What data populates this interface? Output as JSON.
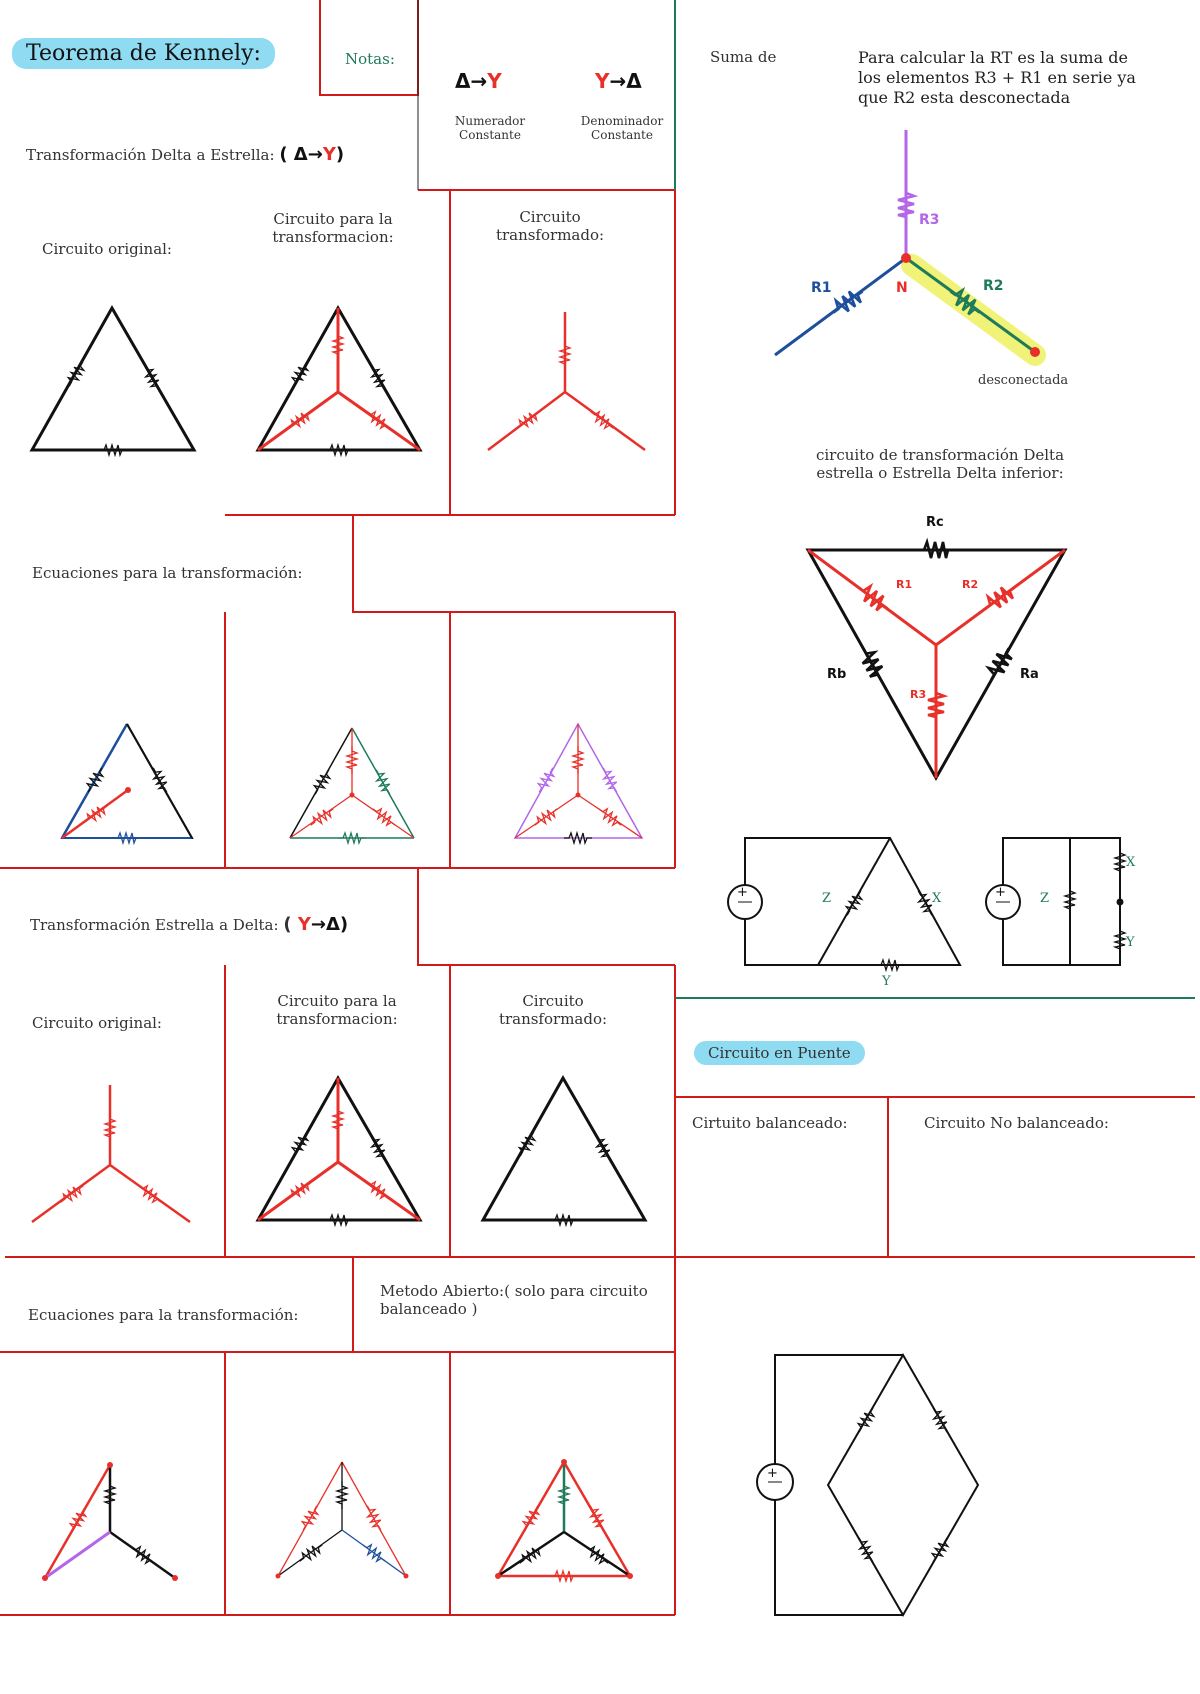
{
  "title": "Teorema de Kennely:",
  "notes": {
    "label": "Notas:",
    "delta_to_star": "Δ→Y",
    "star_to_delta": "Y→Δ",
    "numerator": [
      "Numerador",
      "Constante"
    ],
    "denominator": [
      "Denominador",
      "Constante"
    ]
  },
  "section1": {
    "heading": "Transformación Delta a Estrella:",
    "heading_symbol": "( Δ→Y)",
    "col1": "Circuito original:",
    "col2": [
      "Circuito para la",
      "transformacion:"
    ],
    "col3": [
      "Circuito",
      "transformado:"
    ],
    "equations": "Ecuaciones para la transformación:"
  },
  "section2": {
    "heading": "Transformación Estrella a Delta:",
    "heading_symbol": "( Y→Δ)",
    "col1": "Circuito original:",
    "col2": [
      "Circuito para la",
      "transformacion:"
    ],
    "col3": [
      "Circuito",
      "transformado:"
    ],
    "equations": "Ecuaciones para la transformación:",
    "open_method": [
      "Metodo Abierto:( solo para circuito",
      "balanceado )"
    ]
  },
  "right": {
    "suma_de": "Suma de",
    "rt_note": [
      "Para calcular la RT es la suma de",
      "los elementos R3 + R1 en serie ya",
      "que R2 esta desconectada"
    ],
    "star_labels": {
      "r1": "R1",
      "r2": "R2",
      "r3": "R3",
      "node": "N",
      "disconnected": "desconectada"
    },
    "inferior_caption": [
      "circuito de transformación Delta",
      "estrella o Estrella Delta inferior:"
    ],
    "delta_labels": {
      "ra": "Ra",
      "rb": "Rb",
      "rc": "Rc",
      "r1": "R1",
      "r2": "R2",
      "r3": "R3"
    },
    "circuit_labels": {
      "z": "Z",
      "x": "X",
      "y": "Y"
    },
    "bridge_title": "Circuito en Puente",
    "balanced": "Cirtuito balanceado:",
    "unbalanced": "Circuito No balanceado:"
  },
  "colors": {
    "red": "#e8302a",
    "green": "#1f7a5a",
    "blue": "#1e4f9c",
    "purple": "#b366e8",
    "pill": "#8fdcf2"
  }
}
